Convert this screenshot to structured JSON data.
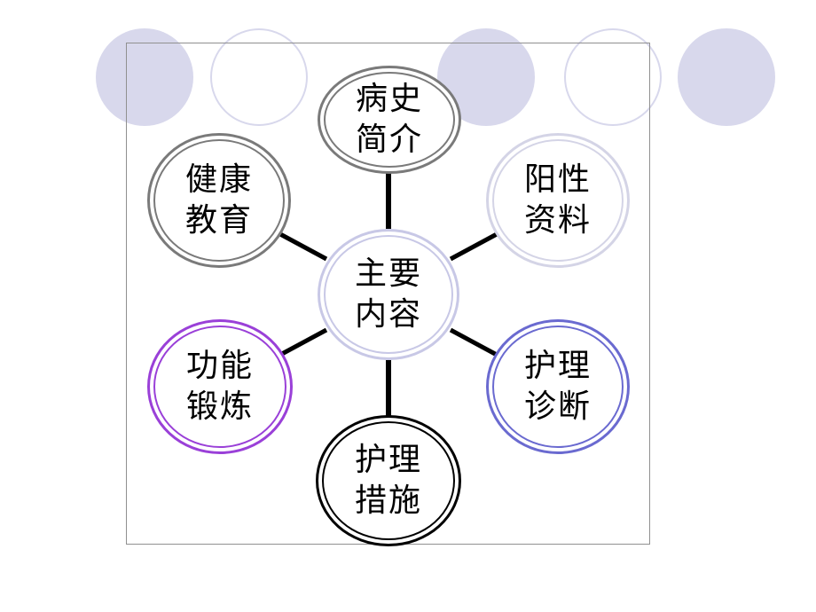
{
  "center": {
    "line1": "主要",
    "line2": "内容",
    "color": "#c8c8e6"
  },
  "nodes": [
    {
      "id": "history",
      "line1": "病史",
      "line2": "简介",
      "color": "#7a7a7a"
    },
    {
      "id": "positive",
      "line1": "阳性",
      "line2": "资料",
      "color": "#d4d4e6"
    },
    {
      "id": "diagnosis",
      "line1": "护理",
      "line2": "诊断",
      "color": "#6a6ad0"
    },
    {
      "id": "measures",
      "line1": "护理",
      "line2": "措施",
      "color": "#000000"
    },
    {
      "id": "exercise",
      "line1": "功能",
      "line2": "锻炼",
      "color": "#9a40d8"
    },
    {
      "id": "education",
      "line1": "健康",
      "line2": "教育",
      "color": "#7a7a7a"
    }
  ],
  "spoke_color": "#000000"
}
